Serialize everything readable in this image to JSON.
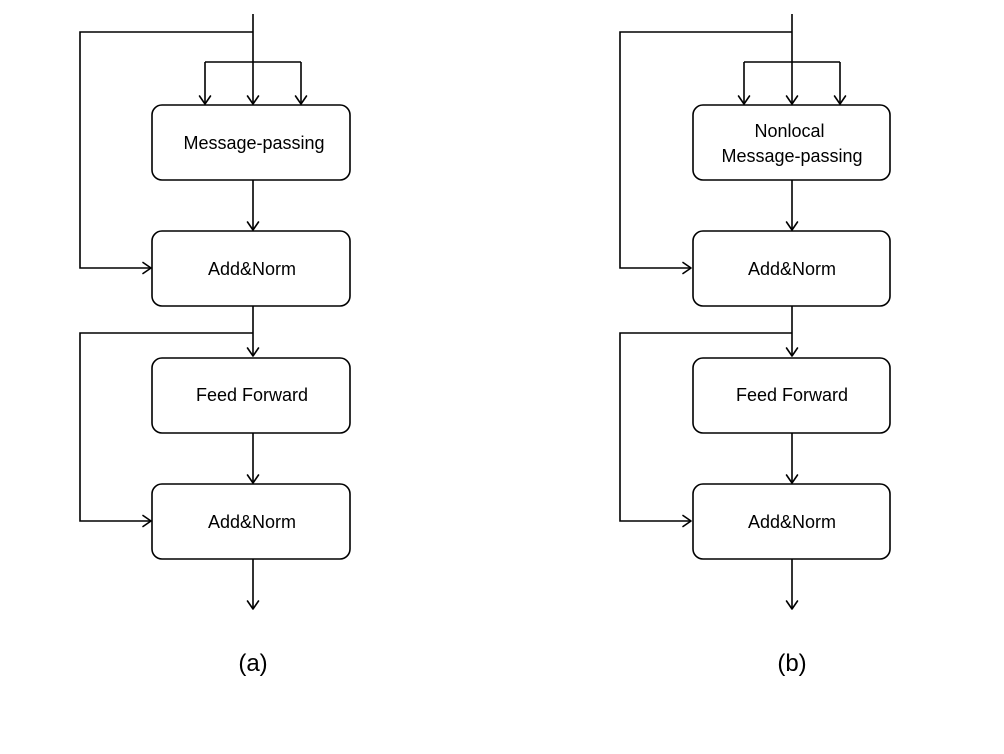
{
  "panels": [
    {
      "caption": "(a)",
      "blocks": {
        "message_passing": [
          "Message-passing"
        ],
        "add_norm_1": "Add&Norm",
        "feed_forward": "Feed Forward",
        "add_norm_2": "Add&Norm"
      }
    },
    {
      "caption": "(b)",
      "blocks": {
        "message_passing": [
          "Nonlocal",
          "Message-passing"
        ],
        "add_norm_1": "Add&Norm",
        "feed_forward": "Feed Forward",
        "add_norm_2": "Add&Norm"
      }
    }
  ]
}
